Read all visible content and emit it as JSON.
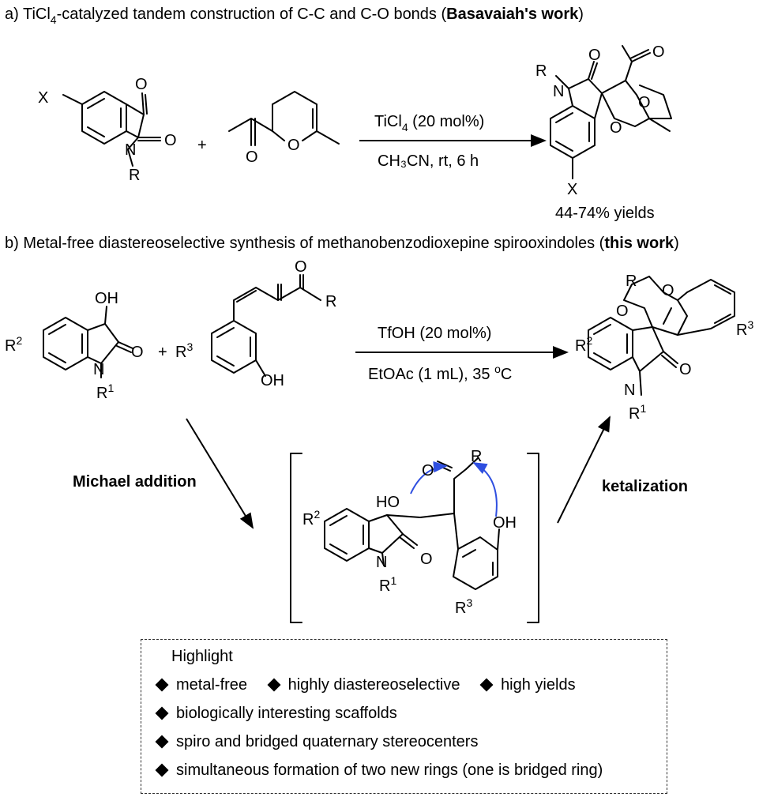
{
  "part_a": {
    "label_prefix": "a) TiCl",
    "label_sub": "4",
    "label_mid": "-catalyzed tandem construction of  C-C and C-O bonds (",
    "label_bold": "Basavaiah's work",
    "label_end": ")",
    "conditions_top_main": "TiCl",
    "conditions_top_sub": "4",
    "conditions_top_end": " (20 mol%)",
    "conditions_bottom": "CH₃CN, rt, 6 h",
    "yield": "44-74% yields",
    "plus": "+"
  },
  "part_b": {
    "label_prefix": "b) Metal-free diastereoselective synthesis of methanobenzodioxepine spirooxindoles (",
    "label_bold": "this work",
    "label_end": ")",
    "conditions_top": "TfOH (20 mol%)",
    "conditions_bottom_main": "EtOAc (1 mL), 35 ",
    "conditions_bottom_sup": "o",
    "conditions_bottom_end": "C",
    "plus": "+",
    "step1": "Michael addition",
    "step2": "ketalization"
  },
  "atoms": {
    "O": "O",
    "N": "N",
    "R": "R",
    "X": "X",
    "HO": "HO",
    "OH": "OH",
    "R1": "R",
    "R1_sup": "1",
    "R2": "R",
    "R2_sup": "2",
    "R3": "R",
    "R3_sup": "3"
  },
  "colors": {
    "arrow_curved": "#2f4fe0",
    "bond": "#000000"
  },
  "highlight": {
    "title": "Highlight",
    "items": [
      "metal-free",
      "highly diastereoselective",
      "high yields",
      "biologically interesting scaffolds",
      "spiro and bridged quaternary stereocenters",
      "simultaneous formation of two new rings (one is bridged ring)"
    ]
  }
}
